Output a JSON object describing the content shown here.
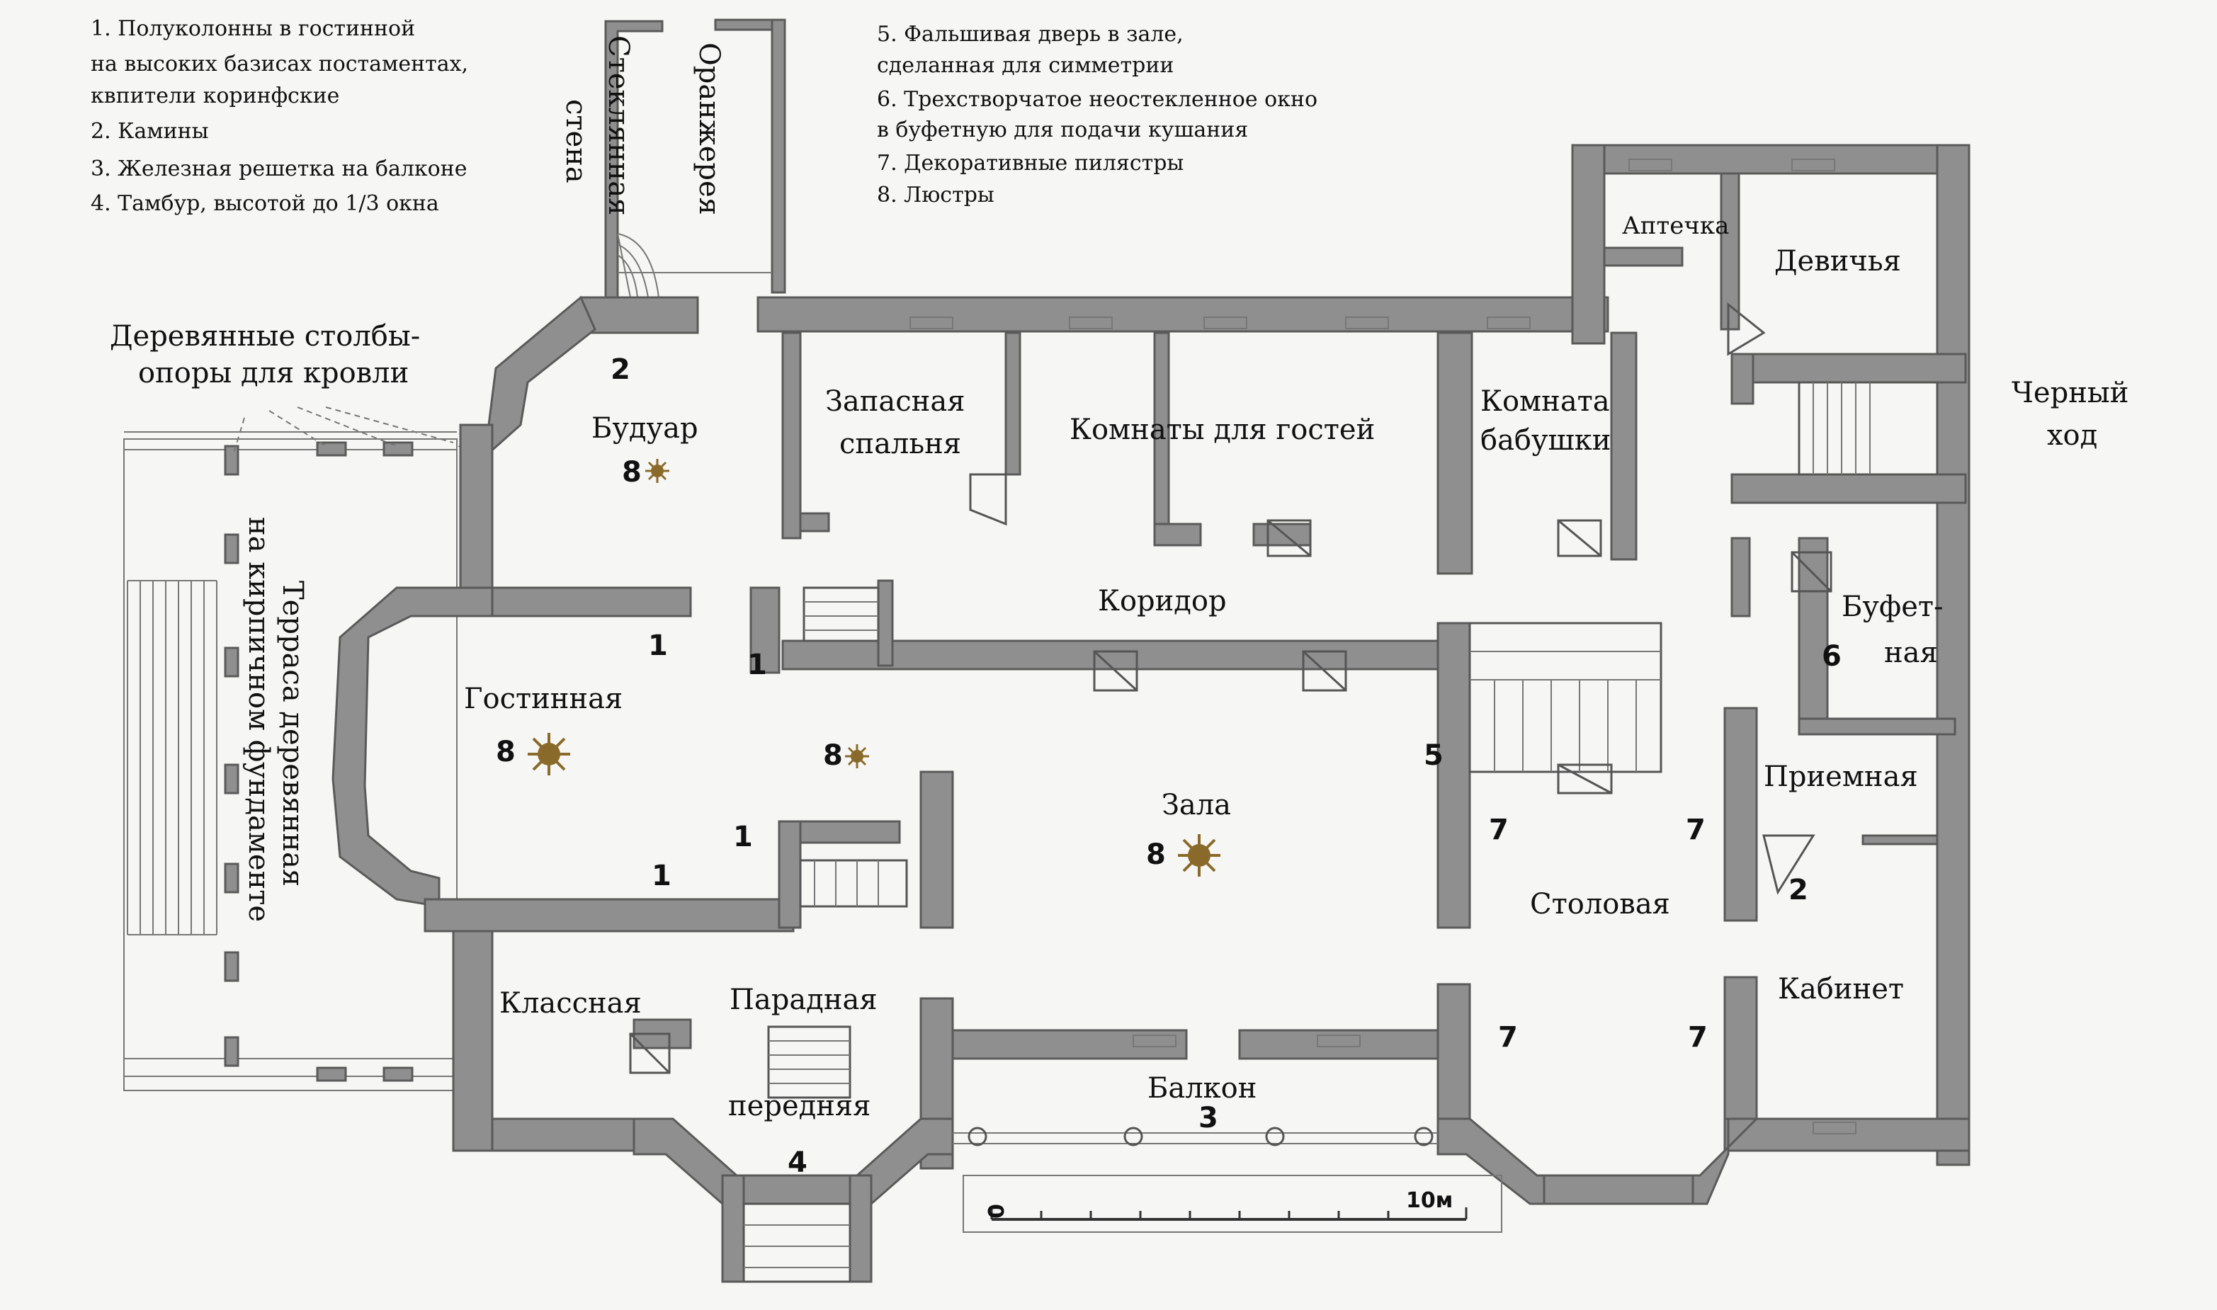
{
  "legend_left": [
    "1. Полуколонны в гостинной",
    "на высоких базисах постаментах,",
    "квпители коринфские",
    "2. Камины",
    "3. Железная решетка на балконе",
    "4. Тамбур, высотой до 1/3 окна"
  ],
  "legend_right": [
    "5. Фальшивая дверь в зале,",
    "сделанная для симметрии",
    "6. Трехстворчатое неостекленное окно",
    " в буфетную для подачи кушания",
    "7. Декоративные пилястры",
    "8. Люстры"
  ],
  "rooms": {
    "glass_wall_1": "Стеклянная",
    "glass_wall_2": "стена",
    "greenhouse": "Оранжерея",
    "posts_1": "Деревянные столбы-",
    "posts_2": "опоры для кровли",
    "boudoir": "Будуар",
    "spare_1": "Запасная",
    "spare_2": "спальня",
    "guests": "Комнаты для гостей",
    "grandma_1": "Комната",
    "grandma_2": "бабушки",
    "pharmacy": "Аптечка",
    "maids": "Девичья",
    "back_1": "Черный",
    "back_2": "ход",
    "corridor": "Коридор",
    "buffet_1": "Буфет-",
    "buffet_2": "ная",
    "living": "Гостинная",
    "terrace_1": "Терраса деревянная",
    "terrace_2": "на кирпичном фундаменте",
    "hall": "Зала",
    "reception": "Приемная",
    "dining": "Столовая",
    "classroom": "Классная",
    "front_1": "Парадная",
    "front_2": "передняя",
    "balcony": "Балкон",
    "study": "Кабинет"
  },
  "markers": {
    "n1": "1",
    "n2": "2",
    "n3": "3",
    "n4": "4",
    "n5": "5",
    "n6": "6",
    "n7": "7",
    "n8": "8"
  },
  "scale": {
    "start": "0",
    "end": "10м"
  },
  "colors": {
    "wall": "#8f8f8f",
    "chandelier": "#8a6a2a",
    "paper": "#f6f6f4"
  }
}
